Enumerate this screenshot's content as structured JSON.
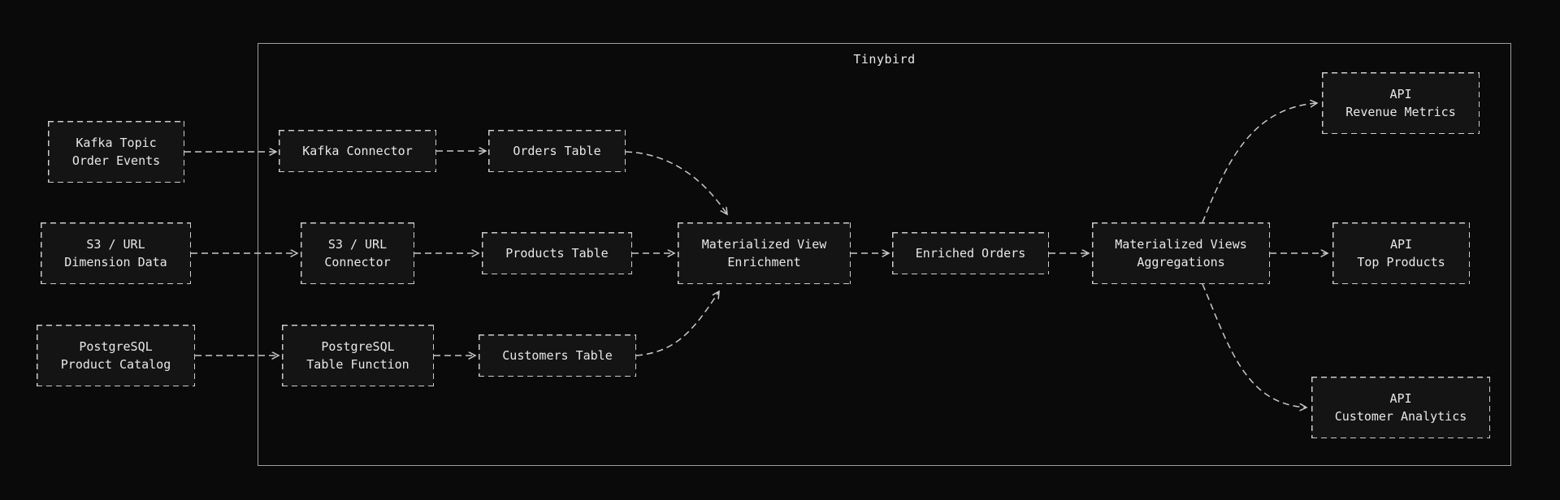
{
  "diagram": {
    "container_label": "Tinybird",
    "colors": {
      "background": "#0a0a0a",
      "node_fill": "#141414",
      "node_border": "#cccccc",
      "container_border": "#9e9e9e",
      "connector": "#c8c8c8",
      "text": "#e8e8e8"
    },
    "nodes": {
      "kafka_topic": {
        "lines": [
          "Kafka Topic",
          "Order Events"
        ]
      },
      "s3_dimension": {
        "lines": [
          "S3 / URL",
          "Dimension Data"
        ]
      },
      "pg_catalog": {
        "lines": [
          "PostgreSQL",
          "Product Catalog"
        ]
      },
      "kafka_connector": {
        "lines": [
          "Kafka Connector"
        ]
      },
      "s3_connector": {
        "lines": [
          "S3 / URL",
          "Connector"
        ]
      },
      "pg_table_function": {
        "lines": [
          "PostgreSQL",
          "Table Function"
        ]
      },
      "orders_table": {
        "lines": [
          "Orders Table"
        ]
      },
      "products_table": {
        "lines": [
          "Products Table"
        ]
      },
      "customers_table": {
        "lines": [
          "Customers Table"
        ]
      },
      "mv_enrichment": {
        "lines": [
          "Materialized View",
          "Enrichment"
        ]
      },
      "enriched_orders": {
        "lines": [
          "Enriched Orders"
        ]
      },
      "mv_aggregations": {
        "lines": [
          "Materialized Views",
          "Aggregations"
        ]
      },
      "api_revenue": {
        "lines": [
          "API",
          "Revenue Metrics"
        ]
      },
      "api_top_products": {
        "lines": [
          "API",
          "Top Products"
        ]
      },
      "api_customer": {
        "lines": [
          "API",
          "Customer Analytics"
        ]
      }
    },
    "edges": [
      {
        "from": "kafka_topic",
        "to": "kafka_connector"
      },
      {
        "from": "s3_dimension",
        "to": "s3_connector"
      },
      {
        "from": "pg_catalog",
        "to": "pg_table_function"
      },
      {
        "from": "kafka_connector",
        "to": "orders_table"
      },
      {
        "from": "s3_connector",
        "to": "products_table"
      },
      {
        "from": "pg_table_function",
        "to": "customers_table"
      },
      {
        "from": "orders_table",
        "to": "mv_enrichment"
      },
      {
        "from": "products_table",
        "to": "mv_enrichment"
      },
      {
        "from": "customers_table",
        "to": "mv_enrichment"
      },
      {
        "from": "mv_enrichment",
        "to": "enriched_orders"
      },
      {
        "from": "enriched_orders",
        "to": "mv_aggregations"
      },
      {
        "from": "mv_aggregations",
        "to": "api_revenue"
      },
      {
        "from": "mv_aggregations",
        "to": "api_top_products"
      },
      {
        "from": "mv_aggregations",
        "to": "api_customer"
      }
    ]
  }
}
